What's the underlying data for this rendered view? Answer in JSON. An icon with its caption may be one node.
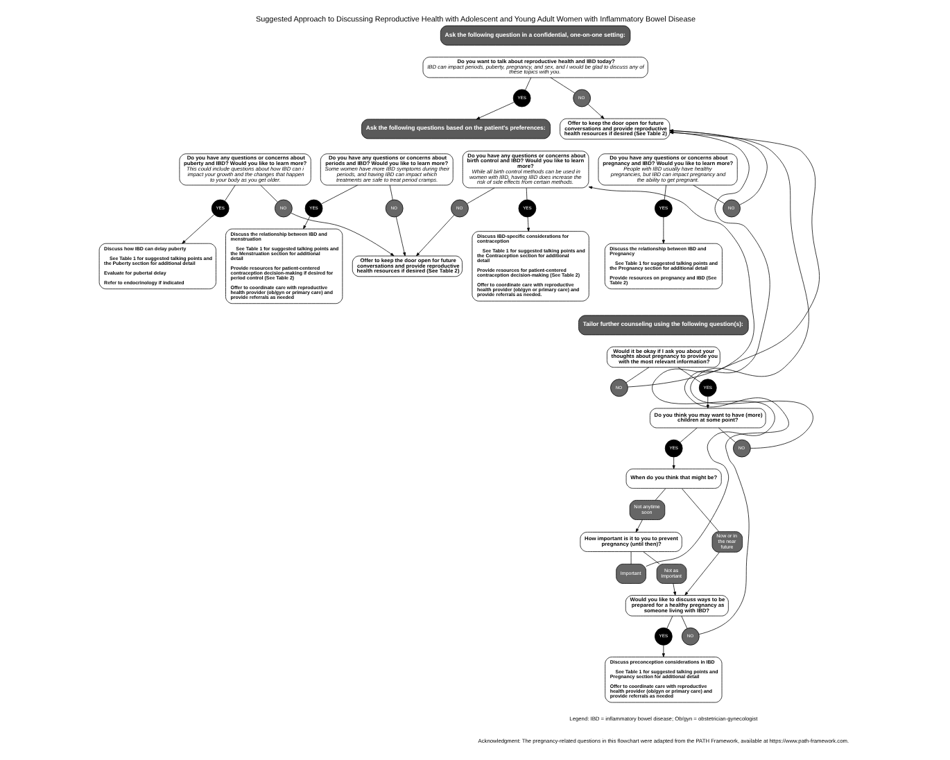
{
  "diagram": {
    "title": "Suggested Approach to Discussing Reproductive Health with Adolescent and Young Adult Women with Inflammatory Bowel Disease",
    "nodes": [
      {
        "text": [
          "Ask the following question in a confidential, one-on-one setting:"
        ]
      },
      {
        "text": [
          "Do you want to talk about reproductive health and IBD today?",
          "IBD can impact periods, puberty, pregnancy, and sex, and I would be glad to discuss any of these topics with you."
        ]
      },
      {
        "text": [
          "YES"
        ]
      },
      {
        "text": [
          "NO"
        ]
      },
      {
        "text": [
          "Offer to keep the door open for future conversations and provide reproductive health resources if desired (See Table 2)"
        ]
      },
      {
        "text": [
          "Ask the following questions based on the patient's preferences:"
        ]
      },
      {
        "text": [
          "Do you have any questions or concerns about puberty and IBD? Would you like to learn more?",
          "This could include questions about how IBD can i impact your growth and the changes that happen to your body as you get older."
        ]
      },
      {
        "text": [
          "YES"
        ]
      },
      {
        "text": [
          "NO"
        ]
      },
      {
        "text": [
          "Discuss how IBD can delay puberty",
          "See Table 1 for suggested talking points and the Puberty section for additional detail",
          "Evaluate for pubertal delay",
          "Refer to endocrinology if indicated"
        ]
      },
      {
        "text": [
          "Do you have any questions or concerns about periods and IBD? Would you like to learn more?",
          "Some women have more IBD symptoms during their periods, and having IBD can impact which treatments are safe to treat period cramps."
        ]
      },
      {
        "text": [
          "YES"
        ]
      },
      {
        "text": [
          "NO"
        ]
      },
      {
        "text": [
          "Discuss the relationship between IBD and menstruation",
          "See Table 1 for suggested talking points and the Menstruation section for additional detail",
          "Provide resources for patient-centered contraception decision-making if desired for period control (See Table 2)",
          "Offer to coordinate care with reproductive health provider (ob/gyn or primary care) and provide referrals as needed"
        ]
      },
      {
        "text": [
          "Do you have any questions or concerns about birth control and IBD? Would you like to learn more?",
          "While all birth control methods can be used in women with IBD, having IBD does increase the risk of side effects from certain methods."
        ]
      },
      {
        "text": [
          "YES"
        ]
      },
      {
        "text": [
          "NO"
        ]
      },
      {
        "text": [
          "Discuss IBD-specific considerations for contraception",
          "See Table 1 for suggested talking points and the Contraception section for additional detail",
          "Provide resources for patient-centered contraception decision-making (See Table 2)",
          "Offer to coordinate care with reproductive health provider (ob/gyn or primary care) and provide referrals as needed."
        ]
      },
      {
        "text": [
          "Do you have any questions or concerns about pregnancy and IBD? Would you like to learn more?",
          "People with IBD usually have healthy pregnancies, but IBD can impact pregnancy and the ability to get pregnant."
        ]
      },
      {
        "text": [
          "YES"
        ]
      },
      {
        "text": [
          "NO"
        ]
      },
      {
        "text": [
          "Discuss the relationship between IBD and Pregnancy",
          "See Table 1 for suggested talking points and the Pregnancy section for additional detail",
          "Provide resources on pregnancy and IBD (See Table 2)"
        ]
      },
      {
        "text": [
          "Tailor further counseling using the following question(s):"
        ]
      },
      {
        "text": [
          "Would it be okay if I ask you about your thoughts about pregnancy to provide you with the most relevant information?"
        ]
      },
      {
        "text": [
          "YES"
        ]
      },
      {
        "text": [
          "NO"
        ]
      },
      {
        "text": [
          "Do you think you may want to have (more) children at some point?"
        ]
      },
      {
        "text": [
          "YES"
        ]
      },
      {
        "text": [
          "NO"
        ]
      },
      {
        "text": [
          "When do you think that might be?"
        ]
      },
      {
        "text": [
          "How important is it to you to prevent pregnancy (until then)?"
        ]
      },
      {
        "text": [
          "Not anytime soon"
        ]
      },
      {
        "text": [
          "Now or in the near future"
        ]
      },
      {
        "text": [
          "Important"
        ]
      },
      {
        "text": [
          "Not as Important"
        ]
      },
      {
        "text": [
          "Offer to keep the door open for future conversations and provide reproductive health resources if desired (See Table 2)"
        ]
      },
      {
        "text": [
          "Would you like to discuss ways to be prepared for a healthy pregnancy as someone living with IBD?"
        ]
      },
      {
        "text": [
          "YES"
        ]
      },
      {
        "text": [
          "NO"
        ]
      },
      {
        "text": [
          "Discuss preconception considerations in IBD",
          "See Table 1 for suggested talking points and Pregnancy section for additional detail",
          "Offer to coordinate care with reproductive health provider (ob/gyn or primary care) and provide referrals as needed"
        ]
      }
    ],
    "edges": [
      {
        "from": 1,
        "to": 2,
        "arrow": "none"
      },
      {
        "from": 1,
        "to": 3,
        "arrow": "none"
      },
      {
        "from": 2,
        "to": 5,
        "arrow": "to"
      },
      {
        "from": 3,
        "to": 4,
        "arrow": "to"
      },
      {
        "from": 6,
        "to": 7,
        "arrow": "none"
      },
      {
        "from": 6,
        "to": 8,
        "arrow": "none"
      },
      {
        "from": 7,
        "to": 9,
        "arrow": "to"
      },
      {
        "from": 8,
        "to": 35,
        "arrow": "to"
      },
      {
        "from": 10,
        "to": 11,
        "arrow": "none"
      },
      {
        "from": 10,
        "to": 12,
        "arrow": "none"
      },
      {
        "from": 11,
        "to": 13,
        "arrow": "to"
      },
      {
        "from": 12,
        "to": 35,
        "arrow": "to"
      },
      {
        "from": 14,
        "to": 15,
        "arrow": "none"
      },
      {
        "from": 14,
        "to": 16,
        "arrow": "none"
      },
      {
        "from": 15,
        "to": 17,
        "arrow": "to"
      },
      {
        "from": 16,
        "to": 35,
        "arrow": "to"
      },
      {
        "from": 18,
        "to": 19,
        "arrow": "none"
      },
      {
        "from": 18,
        "to": 20,
        "arrow": "none"
      },
      {
        "from": 19,
        "to": 21,
        "arrow": "to"
      },
      {
        "from": 20,
        "to": 4,
        "arrow": "to"
      },
      {
        "from": 23,
        "to": 24,
        "arrow": "none"
      },
      {
        "from": 23,
        "to": 25,
        "arrow": "none"
      },
      {
        "from": 24,
        "to": 26,
        "arrow": "to"
      },
      {
        "from": 25,
        "to": 4,
        "arrow": "to"
      },
      {
        "from": 26,
        "to": 27,
        "arrow": "none"
      },
      {
        "from": 26,
        "to": 28,
        "arrow": "none"
      },
      {
        "from": 27,
        "to": 29,
        "arrow": "to"
      },
      {
        "from": 28,
        "to": 4,
        "arrow": "to"
      },
      {
        "from": 29,
        "to": 31,
        "arrow": "none"
      },
      {
        "from": 29,
        "to": 32,
        "arrow": "none"
      },
      {
        "from": 31,
        "to": 30,
        "arrow": "to"
      },
      {
        "from": 32,
        "to": 36,
        "arrow": "to"
      },
      {
        "from": 30,
        "to": 33,
        "arrow": "none"
      },
      {
        "from": 30,
        "to": 34,
        "arrow": "none"
      },
      {
        "from": 33,
        "to": 14,
        "arrow": "to"
      },
      {
        "from": 34,
        "to": 36,
        "arrow": "to"
      },
      {
        "from": 36,
        "to": 37,
        "arrow": "none"
      },
      {
        "from": 36,
        "to": 38,
        "arrow": "none"
      },
      {
        "from": 37,
        "to": 39,
        "arrow": "to"
      },
      {
        "from": 38,
        "to": 4,
        "arrow": "to"
      }
    ],
    "labels": [
      "Legend: IBD = inflammatory bowel disease; Ob/gyn = obstetrician-gynecologist",
      "Acknowledgment: The pregnancy-related questions in this flowchart were adapted from the PATH Framework, available at https://www.path-framework.com."
    ]
  }
}
